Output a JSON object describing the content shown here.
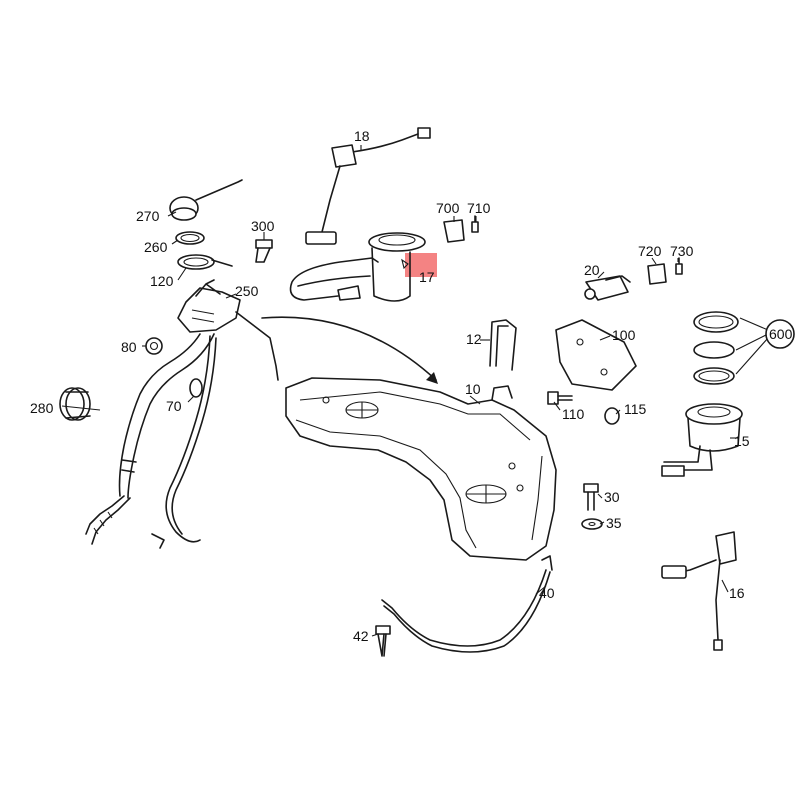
{
  "colors": {
    "line": "#1a1a1a",
    "background": "#ffffff",
    "highlight": "#f26d6d"
  },
  "labels": {
    "p10": "10",
    "p12": "12",
    "p15": "15",
    "p16": "16",
    "p17": "17",
    "p18": "18",
    "p20": "20",
    "p30": "30",
    "p35": "35",
    "p40": "40",
    "p42": "42",
    "p70": "70",
    "p80": "80",
    "p100": "100",
    "p110": "110",
    "p115": "115",
    "p120": "120",
    "p250": "250",
    "p260": "260",
    "p270": "270",
    "p280": "280",
    "p300": "300",
    "p600": "600",
    "p700": "700",
    "p710": "710",
    "p720": "720",
    "p730": "730"
  },
  "highlighted_part": "17"
}
